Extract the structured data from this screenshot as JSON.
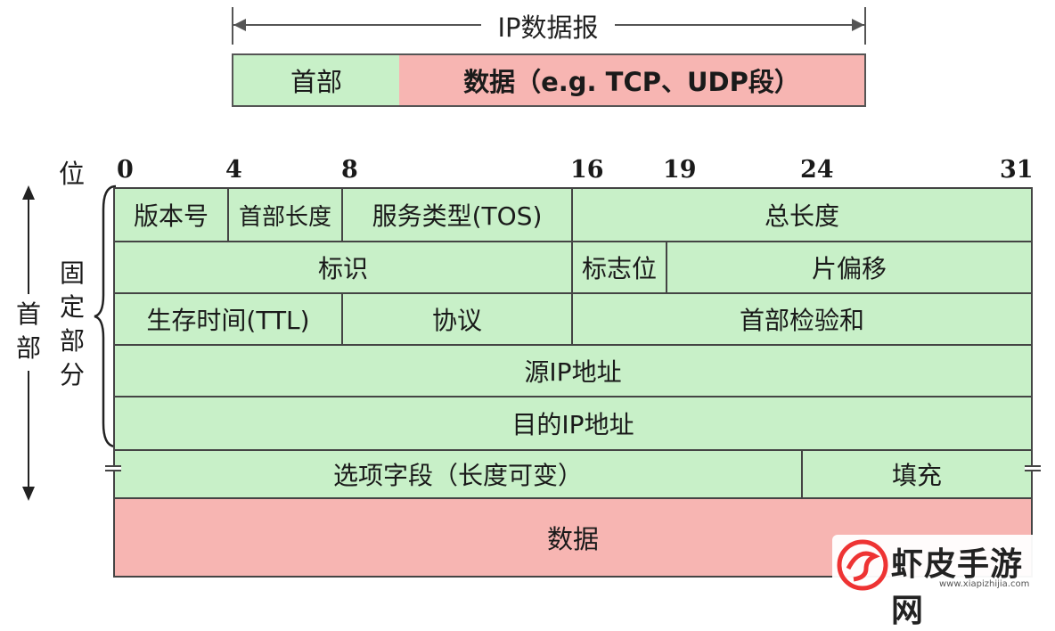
{
  "top": {
    "title": "IP数据报",
    "header": "首部",
    "data": "数据（e.g. TCP、UDP段）"
  },
  "bits": {
    "label": "位",
    "ticks": [
      "0",
      "4",
      "8",
      "16",
      "19",
      "24",
      "31"
    ]
  },
  "side": {
    "header": [
      "首",
      "部"
    ],
    "fixed": [
      "固",
      "定",
      "部",
      "分"
    ]
  },
  "rows": {
    "r1": [
      "版本号",
      "首部长度",
      "服务类型(TOS)",
      "总长度"
    ],
    "r2": [
      "标识",
      "标志位",
      "片偏移"
    ],
    "r3": [
      "生存时间(TTL)",
      "协议",
      "首部检验和"
    ],
    "r4": [
      "源IP地址"
    ],
    "r5": [
      "目的IP地址"
    ],
    "r6": [
      "选项字段（长度可变）",
      "填充"
    ],
    "data": "数据"
  },
  "watermark": {
    "name": "虾皮手游网",
    "url": "www.xiapizhijia.com"
  },
  "colors": {
    "header_fill": "#c8f0c8",
    "data_fill": "#f7b5b2"
  }
}
